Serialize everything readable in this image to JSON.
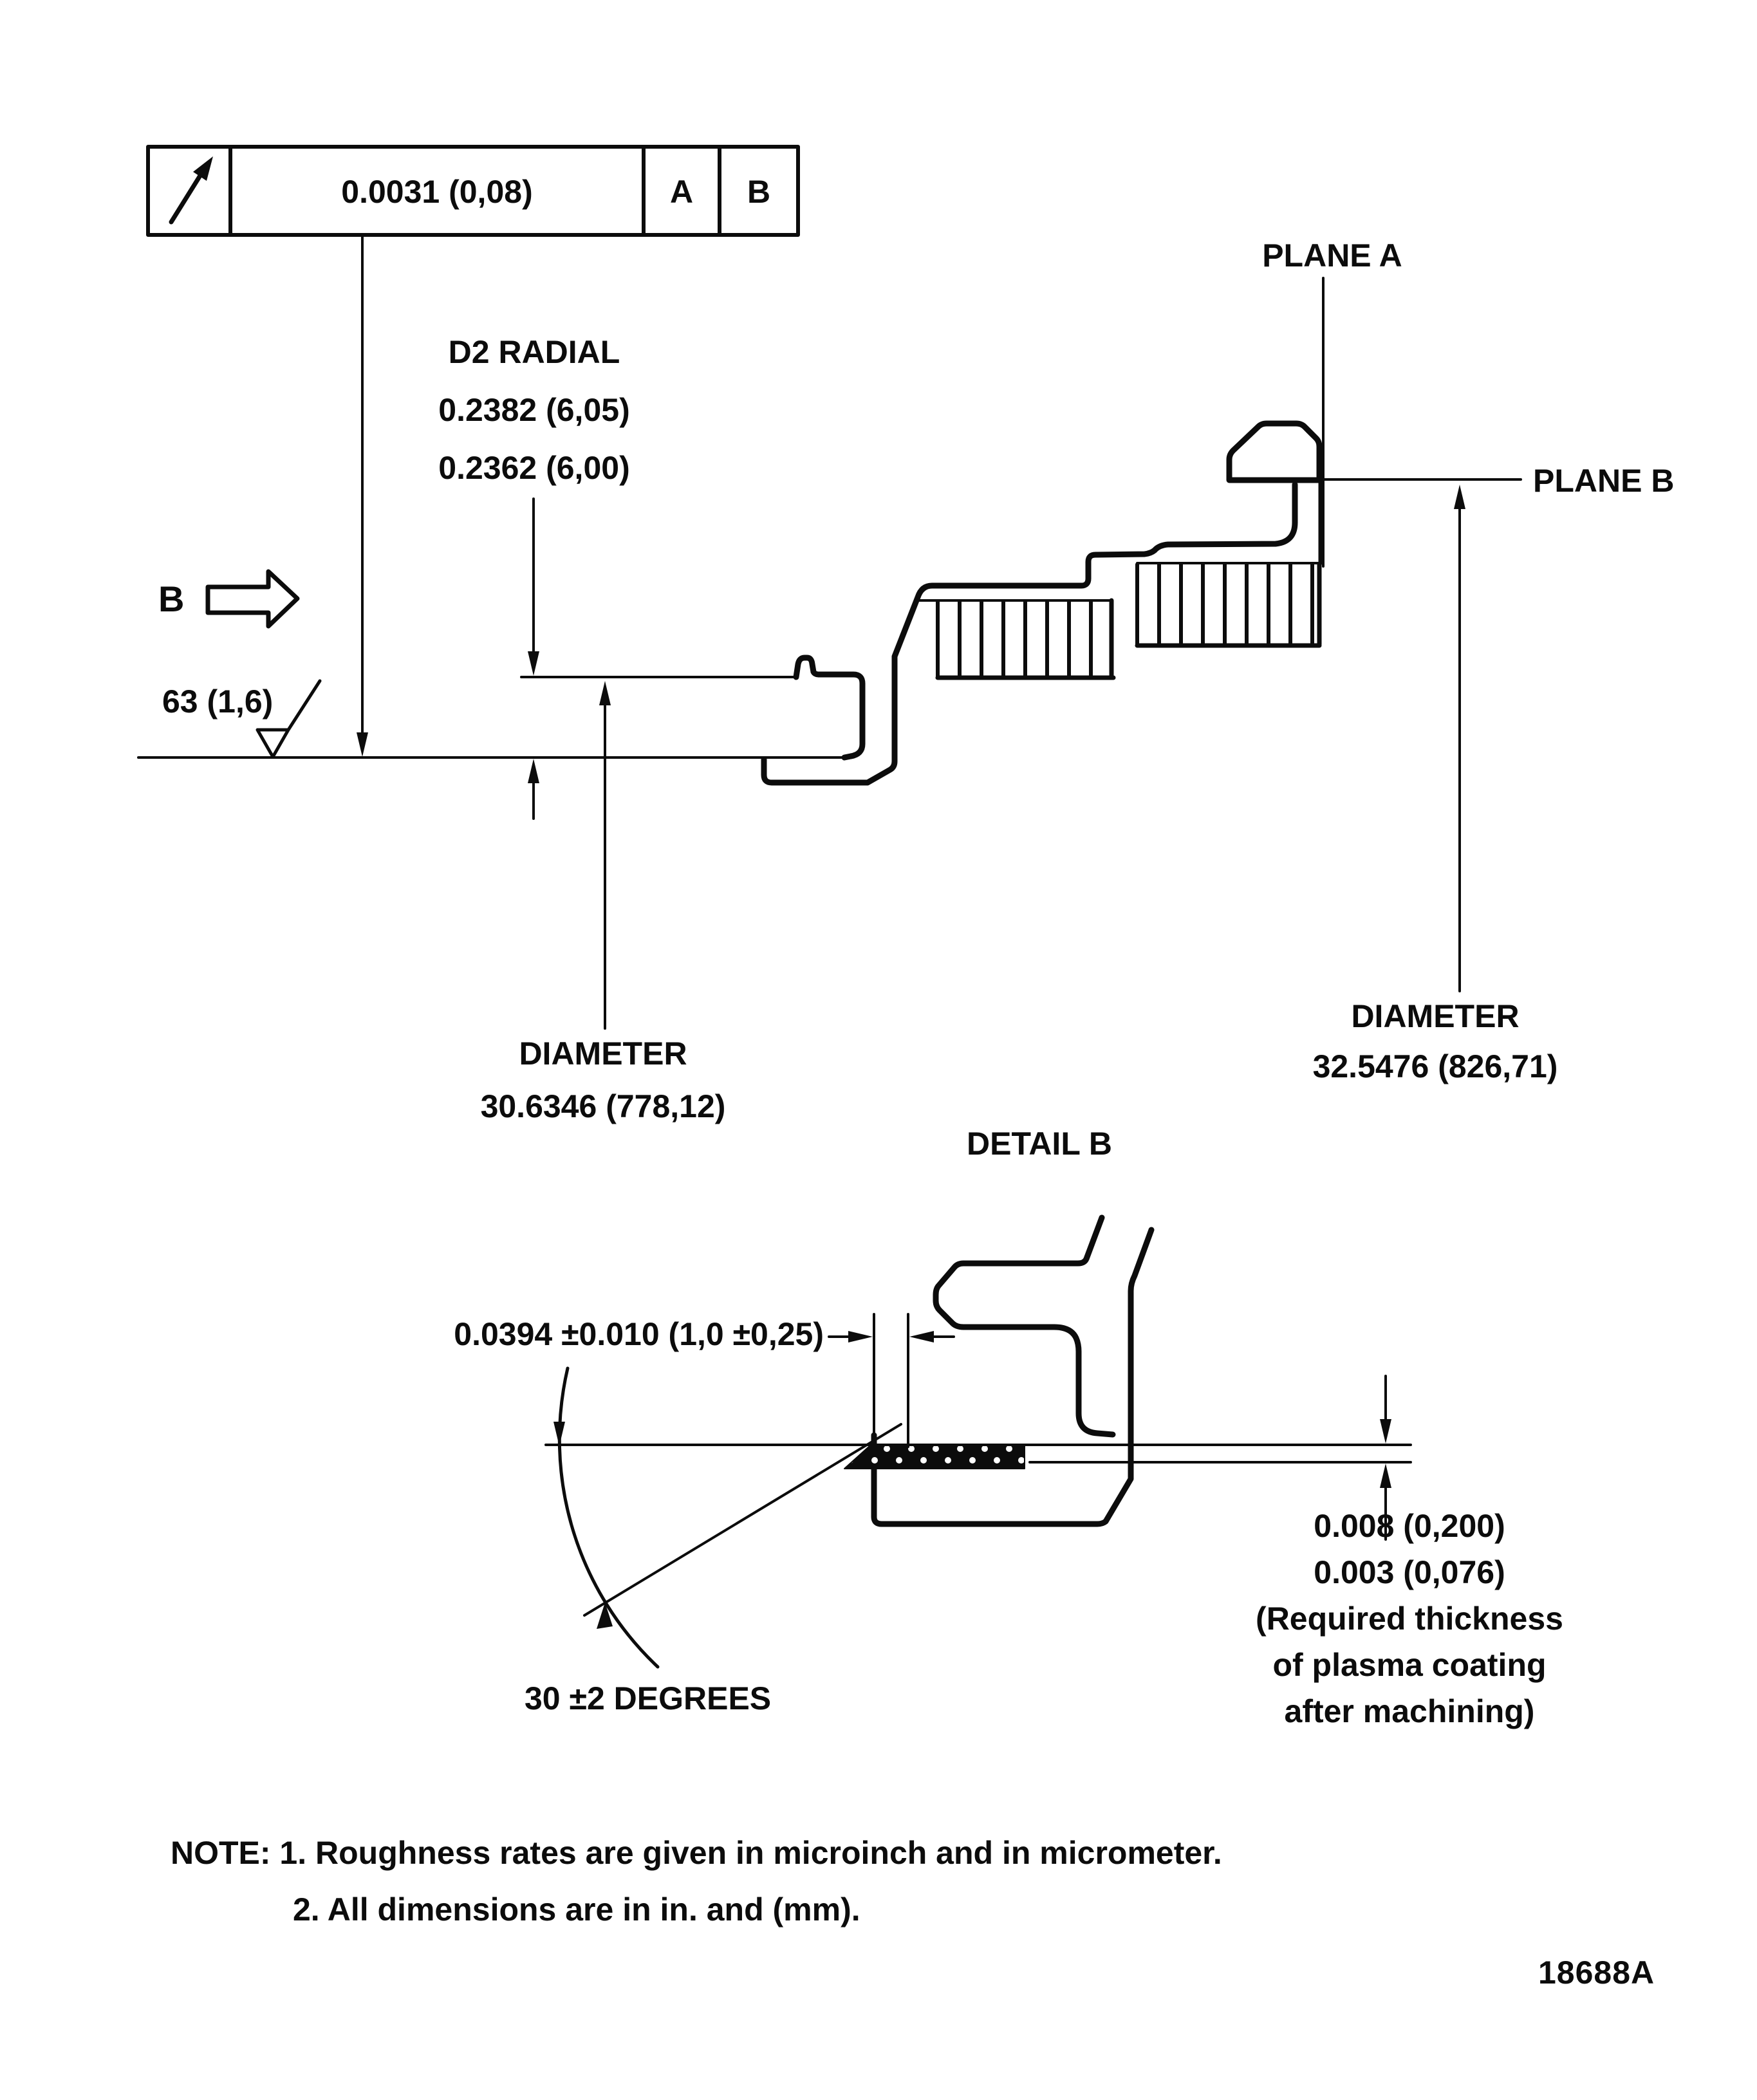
{
  "drawing": {
    "colors": {
      "ink": "#0c0c0c",
      "paper": "#ffffff"
    },
    "feature_control_frame": {
      "symbol_icon": "circular-runout-arrow-icon",
      "tolerance": "0.0031 (0,08)",
      "datum_a": "A",
      "datum_b": "B"
    },
    "view_arrow_label": "B",
    "surface_roughness": "63 (1,6)",
    "d2_radial": {
      "title": "D2 RADIAL",
      "upper": "0.2382 (6,05)",
      "lower": "0.2362 (6,00)"
    },
    "plane_a_label": "PLANE A",
    "plane_b_label": "PLANE B",
    "diameter_outer": {
      "title": "DIAMETER",
      "value": "32.5476 (826,71)"
    },
    "diameter_inner": {
      "title": "DIAMETER",
      "value": "30.6346 (778,12)"
    },
    "detail": {
      "title": "DETAIL B",
      "coating_band_width": "0.0394 ±0.010 (1,0 ±0,25)",
      "thickness_max": "0.008 (0,200)",
      "thickness_min": "0.003 (0,076)",
      "thickness_note1": "(Required thickness",
      "thickness_note2": "of plasma coating",
      "thickness_note3": "after machining)",
      "angle": "30 ±2 DEGREES"
    },
    "notes": {
      "line1": "NOTE: 1. Roughness rates are given in microinch and in micrometer.",
      "line2": "2. All dimensions are in in. and (mm)."
    },
    "figure_number": "18688A"
  }
}
